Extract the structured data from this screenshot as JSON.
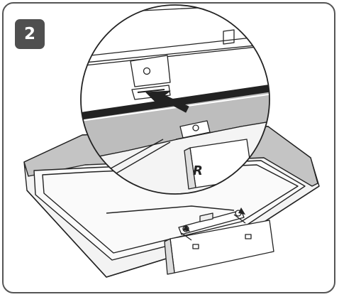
{
  "step": {
    "number": "2"
  },
  "illustration": {
    "bracket_mark": "R",
    "description_icons": [
      "tv-panel",
      "stand-bracket",
      "zoom-circle",
      "insert-arrow-icon"
    ]
  },
  "colors": {
    "outline": "#222222",
    "badge": "#4f4f4f",
    "shade": "#bdbdbd",
    "frame": "#555555"
  }
}
